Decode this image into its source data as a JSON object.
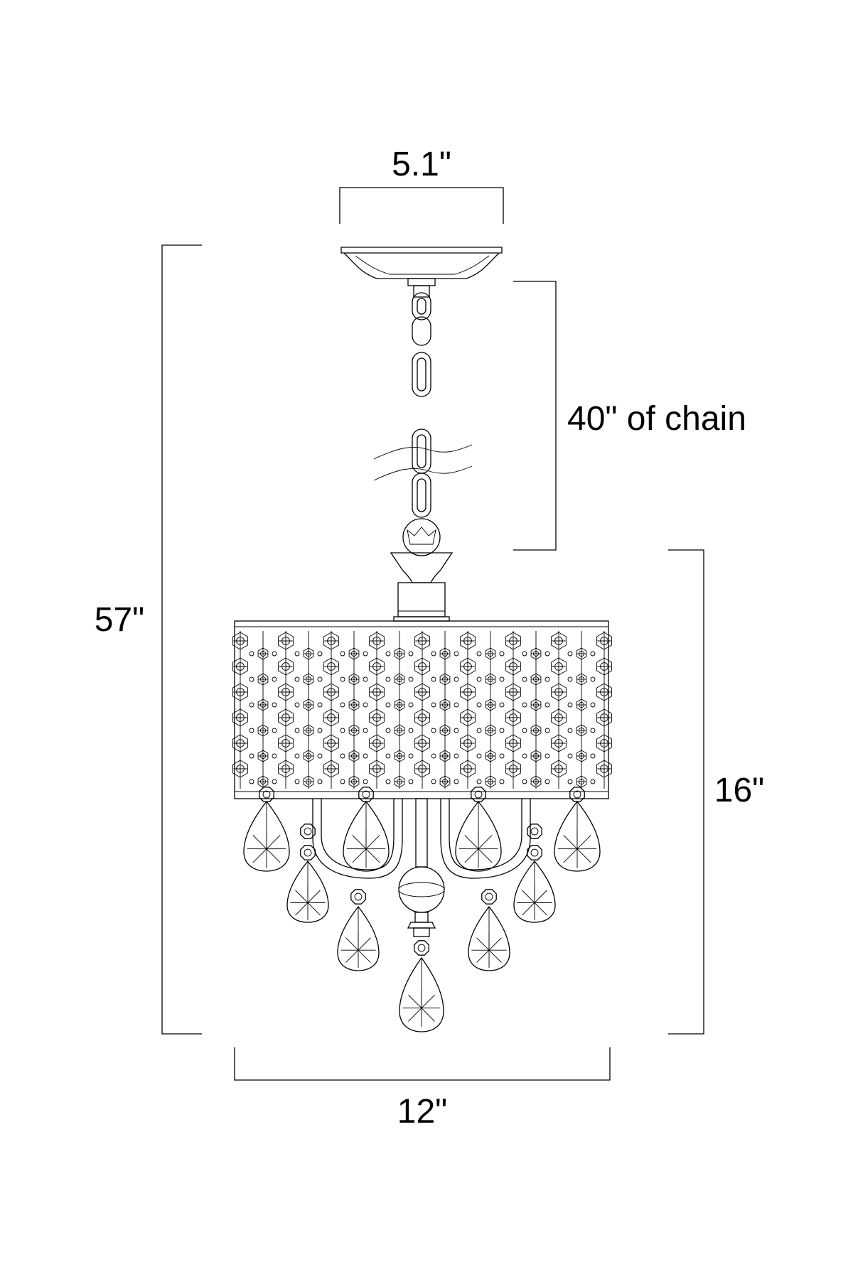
{
  "dimensions": {
    "canopy_width": "5.1\"",
    "chain_length": "40\" of chain",
    "overall_height": "57\"",
    "fixture_height": "16\"",
    "fixture_width": "12\""
  },
  "colors": {
    "stroke": "#000000",
    "background": "#ffffff"
  }
}
